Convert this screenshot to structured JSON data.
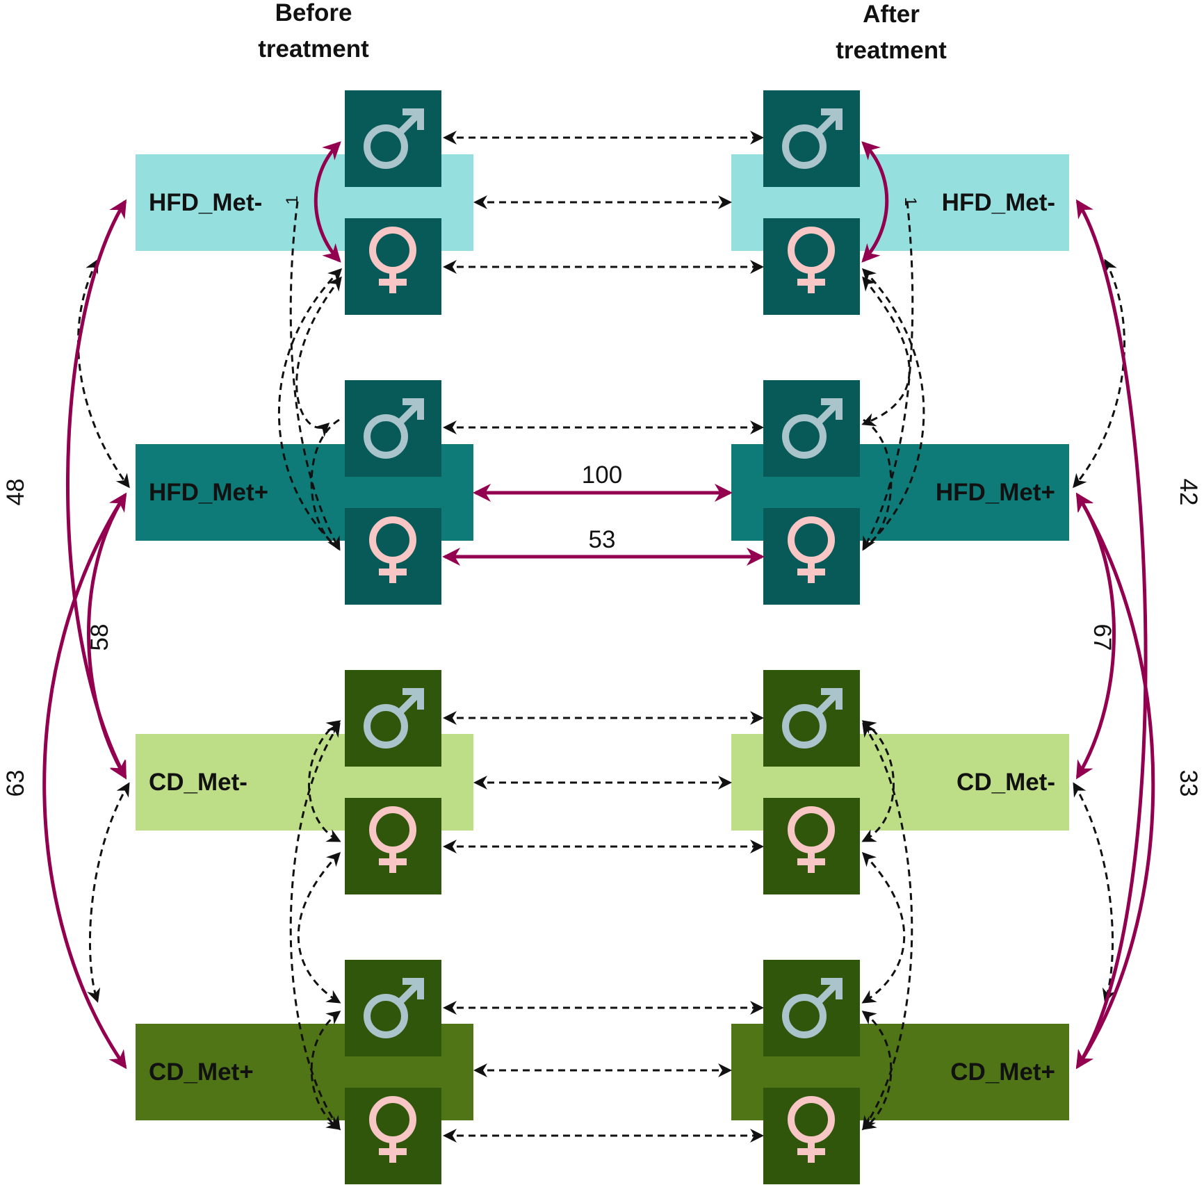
{
  "columns": {
    "before": [
      "Before",
      "treatment"
    ],
    "after": [
      "After",
      "treatment"
    ]
  },
  "groups": [
    {
      "id": "hfd_metneg",
      "label": "HFD_Met-",
      "color": "#95e0de"
    },
    {
      "id": "hfd_metpos",
      "label": "HFD_Met+",
      "color": "#0f7b78"
    },
    {
      "id": "cd_metneg",
      "label": "CD_Met-",
      "color": "#bddd87"
    },
    {
      "id": "cd_metpos",
      "label": "CD_Met+",
      "color": "#507516"
    }
  ],
  "sex_boxes": {
    "hfd_color": "#085a59",
    "cd_color": "#2f560b",
    "male_symbol_color": "#a9c4cb",
    "female_symbol_color": "#f7c6c5",
    "male_icon": "male-symbol",
    "female_icon": "female-symbol"
  },
  "edge_colors": {
    "significant": "#93004f",
    "nonsignificant": "#111111"
  },
  "edge_labels": {
    "hfd_metpos_male": "100",
    "hfd_metpos_female": "53",
    "before_hfd_metneg_sex": "1",
    "after_hfd_metneg_sex": "1",
    "before_hfd_metneg_cd_metneg": "48",
    "before_hfd_metpos_cd_metneg": "58",
    "before_hfd_metpos_cd_metpos": "63",
    "after_hfd_metneg_cd_metpos": "42",
    "after_hfd_metpos_cd_metneg": "67",
    "after_hfd_metpos_cd_metpos": "33"
  }
}
